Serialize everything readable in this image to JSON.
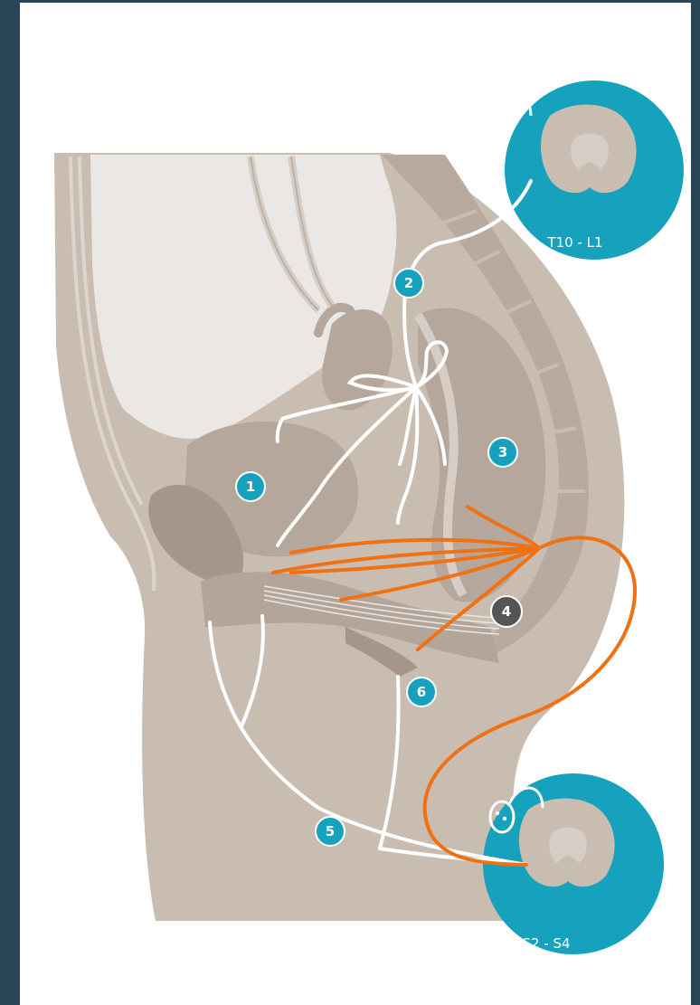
{
  "labels": {
    "spinal_top": "T10 - L1",
    "spinal_bottom": "S2 - S4"
  },
  "markers": [
    {
      "id": "1",
      "variant": "teal"
    },
    {
      "id": "2",
      "variant": "teal"
    },
    {
      "id": "3",
      "variant": "teal"
    },
    {
      "id": "4",
      "variant": "dark"
    },
    {
      "id": "5",
      "variant": "teal"
    },
    {
      "id": "6",
      "variant": "teal"
    }
  ],
  "colors": {
    "background": "#2b4558",
    "panel": "#ffffff",
    "tissue": "#c9bcb1",
    "tissue_light": "#ddd5cd",
    "cavity": "#eae7e4",
    "teal": "#16a2bd",
    "dark_marker": "#555555",
    "nerve_white": "#ffffff",
    "nerve_orange": "#f07014"
  }
}
